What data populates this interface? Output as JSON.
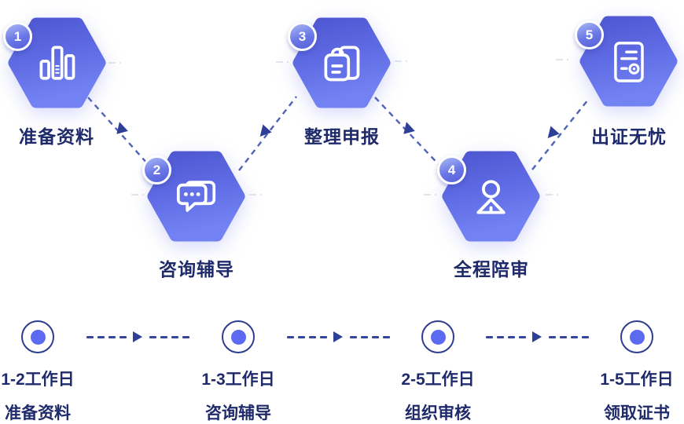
{
  "steps": [
    {
      "number": "1",
      "label": "准备资料",
      "icon": "bar-chart-icon"
    },
    {
      "number": "2",
      "label": "咨询辅导",
      "icon": "chat-bubbles-icon"
    },
    {
      "number": "3",
      "label": "整理申报",
      "icon": "briefcase-document-icon"
    },
    {
      "number": "4",
      "label": "全程陪审",
      "icon": "person-icon"
    },
    {
      "number": "5",
      "label": "出证无忧",
      "icon": "certificate-icon"
    }
  ],
  "timeline": [
    {
      "duration": "1-2工作日",
      "label": "准备资料"
    },
    {
      "duration": "1-3工作日",
      "label": "咨询辅导"
    },
    {
      "duration": "2-5工作日",
      "label": "组织审核"
    },
    {
      "duration": "1-5工作日",
      "label": "领取证书"
    }
  ],
  "colors": {
    "hex_top": "#4f58d2",
    "hex_bottom": "#7282f2",
    "label_text": "#1f2a6b",
    "zigzag_dash": "#4f62b8",
    "timeline_dash": "#35459e",
    "arrow": "#2d3f96",
    "timeline_dot": "#5b6af0",
    "timeline_ring": "#2e3c8e"
  }
}
